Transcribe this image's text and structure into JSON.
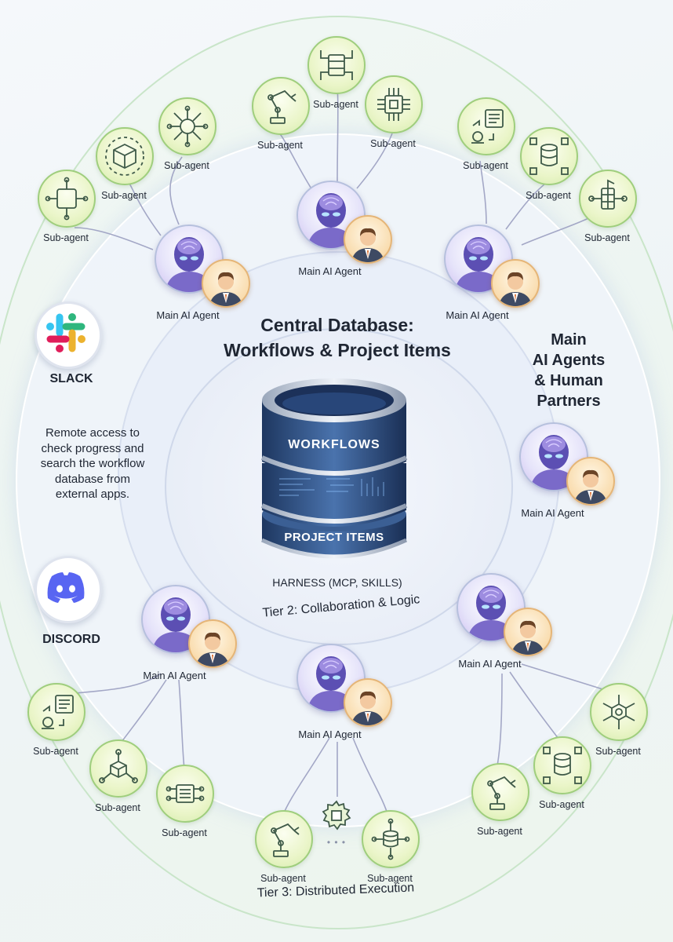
{
  "diagram": {
    "title_line1": "Central Database:",
    "title_line2": "Workflows & Project Items",
    "db_top_label": "WORKFLOWS",
    "db_bottom_label": "PROJECT ITEMS",
    "harness_label": "HARNESS (MCP, SKILLS)",
    "tier2_label": "Tier 2: Collaboration & Logic",
    "tier3_label": "Tier 3: Distributed Execution",
    "right_heading_line1": "Main",
    "right_heading_line2": "AI Agents",
    "right_heading_line3": "& Human",
    "right_heading_line4": "Partners",
    "remote_line1": "Remote access to",
    "remote_line2": "check progress and",
    "remote_line3": "search the workflow",
    "remote_line4": "database from",
    "remote_line5": "external apps.",
    "slack_label": "SLACK",
    "discord_label": "DISCORD",
    "main_agent_label": "Main AI Agent",
    "sub_agent_label": "Sub-agent",
    "ellipsis": "• • •"
  },
  "colors": {
    "accent_purple": "#6a55c8",
    "db_blue": "#2c4c7d",
    "sub_green": "#9fce7d",
    "discord": "#5865f2",
    "slack_red": "#e01e5a",
    "slack_green": "#2eb67d",
    "slack_blue": "#36c5f0",
    "slack_yellow": "#ecb22e"
  },
  "icons": [
    "robot-agent-icon",
    "human-partner-icon",
    "database-icon",
    "robot-arm-icon",
    "cpu-chip-icon",
    "network-hub-icon",
    "cube-icon",
    "server-icon",
    "slack-logo-icon",
    "discord-logo-icon",
    "gear-chip-icon"
  ]
}
